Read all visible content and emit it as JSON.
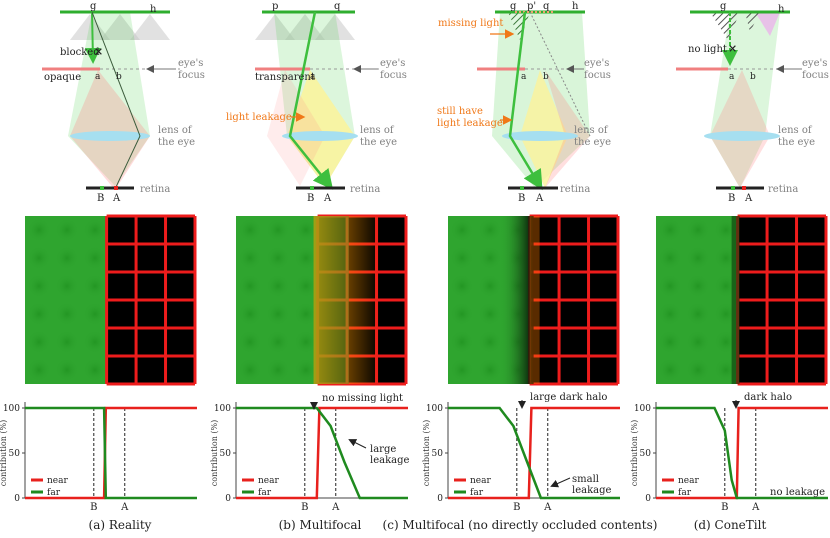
{
  "colors": {
    "near": "#e8211d",
    "far": "#1f8a1f",
    "orange": "#f07818",
    "screen_green": "#2fa52f",
    "grid_red": "#ee1c1c",
    "grid_fill": "#000000",
    "lens": "#a6dff0",
    "leak_yellow": "#fbf39a",
    "annotation_gray": "#808080"
  },
  "legend": {
    "near": "near",
    "far": "far"
  },
  "axis": {
    "ylabel": "contribution (%)",
    "yticks": [
      "100",
      "50",
      "0"
    ]
  },
  "panels": [
    {
      "caption": "(a) Reality",
      "top_labels": {
        "left": "g",
        "right": "h"
      },
      "near_label": "opaque",
      "point_labels": {
        "a": "a",
        "b": "b",
        "B": "B",
        "A": "A"
      },
      "notes": {
        "blocked": "blocked",
        "focus1": "eye's",
        "focus2": "focus",
        "lens1": "lens of",
        "lens2": "the eye",
        "retina": "retina"
      },
      "chart_annotations": [],
      "leak_note": ""
    },
    {
      "caption": "(b) Multifocal",
      "top_labels": {
        "left": "p",
        "right": "q"
      },
      "near_label": "transparent",
      "point_labels": {
        "a": "a",
        "B": "B",
        "A": "A"
      },
      "notes": {
        "leak": "light leakage",
        "focus1": "eye's",
        "focus2": "focus",
        "lens1": "lens of",
        "lens2": "the eye",
        "retina": "retina"
      },
      "chart_annotations": [
        "no missing light",
        "large",
        "leakage"
      ]
    },
    {
      "caption": "(c) Multifocal (no directly occluded contents)",
      "top_labels": {
        "g": "g",
        "p": "p'",
        "q": "q",
        "h": "h"
      },
      "point_labels": {
        "a": "a",
        "b": "b",
        "B": "B",
        "A": "A"
      },
      "notes": {
        "missing": "missing light",
        "leak1": "still have",
        "leak2": "light leakage",
        "focus1": "eye's",
        "focus2": "focus",
        "lens1": "lens of",
        "lens2": "the eye",
        "retina": "retina"
      },
      "chart_annotations": [
        "large dark halo",
        "small",
        "leakage"
      ]
    },
    {
      "caption": "(d) ConeTilt",
      "top_labels": {
        "left": "g",
        "right": "h"
      },
      "point_labels": {
        "a": "a",
        "b": "b",
        "B": "B",
        "A": "A"
      },
      "notes": {
        "nolight": "no light",
        "focus1": "eye's",
        "focus2": "focus",
        "lens1": "lens of",
        "lens2": "the eye",
        "retina": "retina"
      },
      "chart_annotations": [
        "dark halo",
        "no leakage"
      ]
    }
  ],
  "chart_data": [
    {
      "type": "line",
      "title": "(a) Reality",
      "ylabel": "contribution (%)",
      "ylim": [
        0,
        100
      ],
      "xticks": [
        "B",
        "A"
      ],
      "series": [
        {
          "name": "near",
          "color": "#e8211d",
          "x": [
            0,
            0.46,
            0.47,
            1
          ],
          "y": [
            0,
            0,
            100,
            100
          ]
        },
        {
          "name": "far",
          "color": "#1f8a1f",
          "x": [
            0,
            0.46,
            0.47,
            1
          ],
          "y": [
            100,
            100,
            0,
            0
          ]
        }
      ]
    },
    {
      "type": "line",
      "title": "(b) Multifocal",
      "ylabel": "contribution (%)",
      "ylim": [
        0,
        100
      ],
      "xticks": [
        "B",
        "A"
      ],
      "series": [
        {
          "name": "near",
          "color": "#e8211d",
          "x": [
            0,
            0.47,
            0.485,
            1
          ],
          "y": [
            0,
            0,
            100,
            100
          ]
        },
        {
          "name": "far",
          "color": "#1f8a1f",
          "x": [
            0,
            0.47,
            0.55,
            0.63,
            0.72,
            1
          ],
          "y": [
            100,
            100,
            80,
            40,
            0,
            0
          ]
        }
      ]
    },
    {
      "type": "line",
      "title": "(c) Multifocal (no directly occluded contents)",
      "ylabel": "contribution (%)",
      "ylim": [
        0,
        100
      ],
      "xticks": [
        "B",
        "A"
      ],
      "series": [
        {
          "name": "near",
          "color": "#e8211d",
          "x": [
            0,
            0.47,
            0.485,
            1
          ],
          "y": [
            0,
            0,
            100,
            100
          ]
        },
        {
          "name": "far",
          "color": "#1f8a1f",
          "x": [
            0,
            0.3,
            0.38,
            0.46,
            0.54,
            1
          ],
          "y": [
            100,
            100,
            80,
            40,
            0,
            0
          ]
        }
      ]
    },
    {
      "type": "line",
      "title": "(d) ConeTilt",
      "ylabel": "contribution (%)",
      "ylim": [
        0,
        100
      ],
      "xticks": [
        "B",
        "A"
      ],
      "series": [
        {
          "name": "near",
          "color": "#e8211d",
          "x": [
            0,
            0.47,
            0.48,
            1
          ],
          "y": [
            0,
            0,
            100,
            100
          ]
        },
        {
          "name": "far",
          "color": "#1f8a1f",
          "x": [
            0,
            0.34,
            0.4,
            0.44,
            0.47,
            1
          ],
          "y": [
            100,
            100,
            75,
            20,
            0,
            0
          ]
        }
      ]
    }
  ]
}
